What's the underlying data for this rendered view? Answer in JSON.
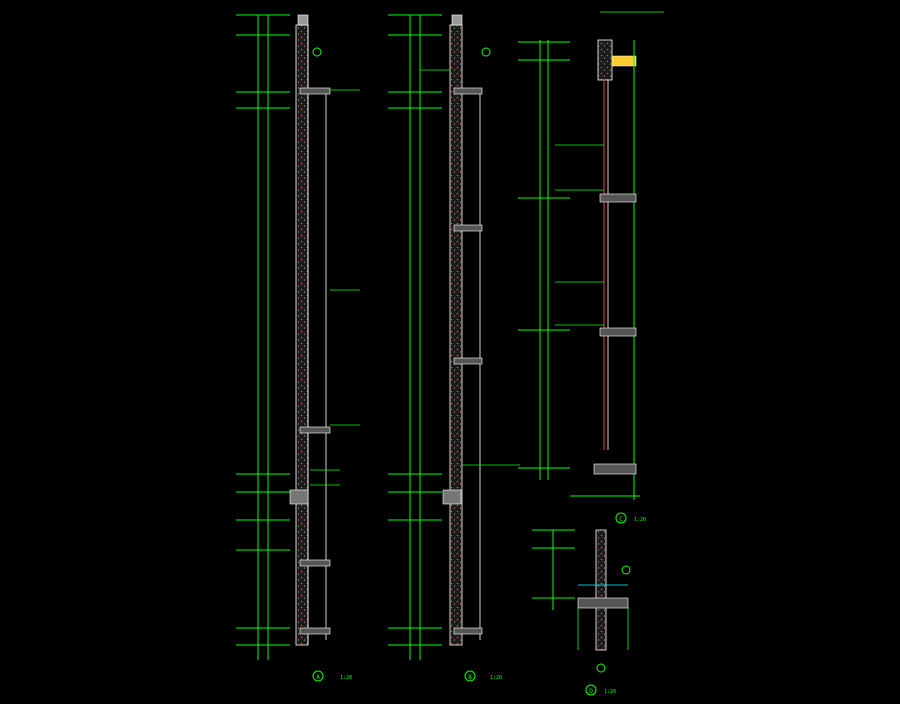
{
  "drawing": {
    "background": "#000000",
    "colors": {
      "dimension": "#00ff00",
      "wall": "#ff3b3b",
      "outline": "#ffffff",
      "hatch": "#9a9a9a",
      "accent": "#ffcc33",
      "cyan": "#00ffff"
    },
    "sections": [
      {
        "id": "section-a",
        "tag": "A",
        "scale": "1:20"
      },
      {
        "id": "section-b",
        "tag": "B",
        "scale": "1:20"
      },
      {
        "id": "section-c",
        "tag": "C",
        "scale": "1:20"
      },
      {
        "id": "section-d",
        "tag": "D",
        "scale": "1:20"
      }
    ]
  }
}
